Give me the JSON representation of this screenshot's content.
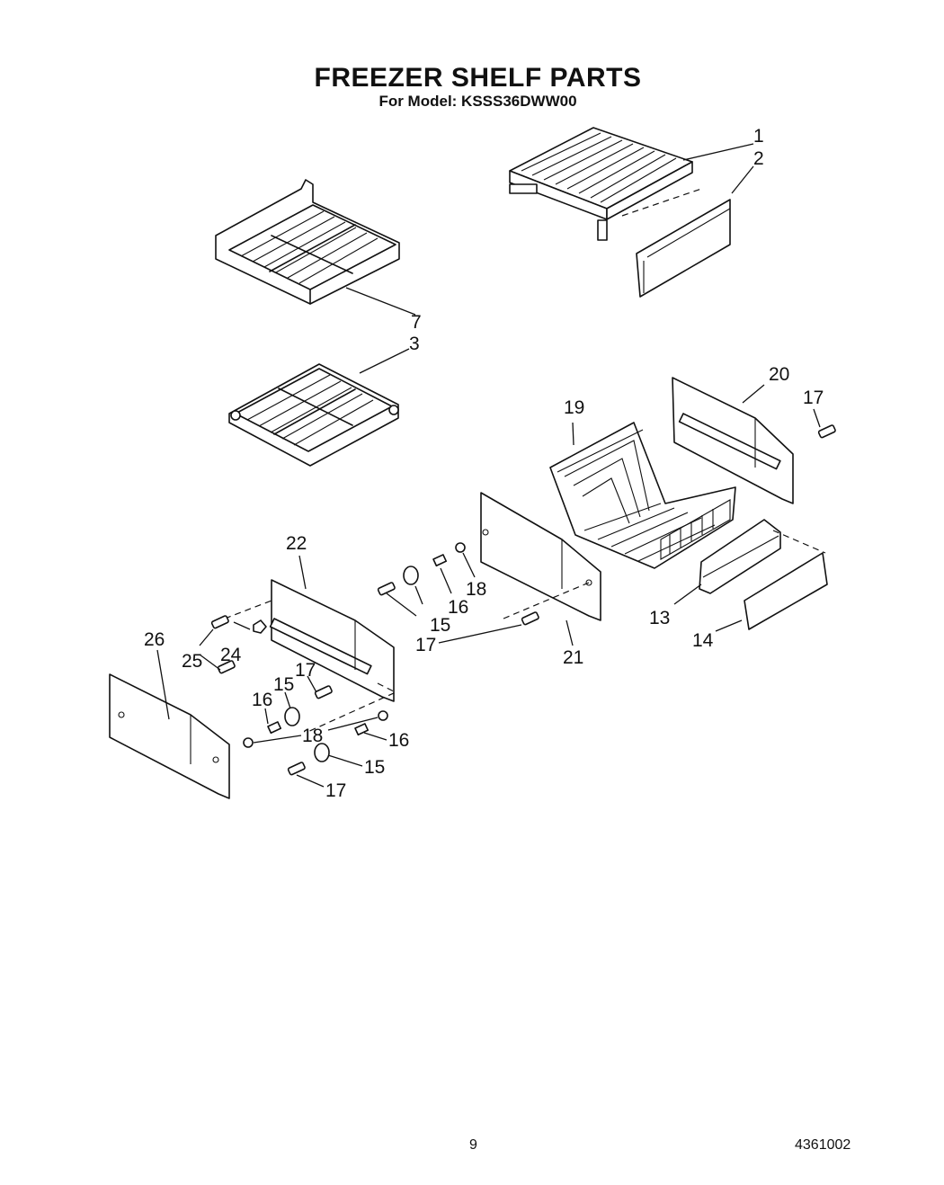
{
  "header": {
    "title": "FREEZER SHELF PARTS",
    "model_line": "For Model: KSSS36DWW00"
  },
  "callouts": {
    "c1": "1",
    "c2": "2",
    "c3": "3",
    "c7": "7",
    "c13": "13",
    "c14": "14",
    "c19": "19",
    "c20": "20",
    "c21": "21",
    "c22": "22",
    "c24": "24",
    "c25": "25",
    "c26": "26",
    "c15a": "15",
    "c15b": "15",
    "c15c": "15",
    "c16a": "16",
    "c16b": "16",
    "c16c": "16",
    "c17a": "17",
    "c17b": "17",
    "c17c": "17",
    "c17d": "17",
    "c18a": "18",
    "c18b": "18"
  },
  "footer": {
    "page_number": "9",
    "doc_number": "4361002"
  }
}
